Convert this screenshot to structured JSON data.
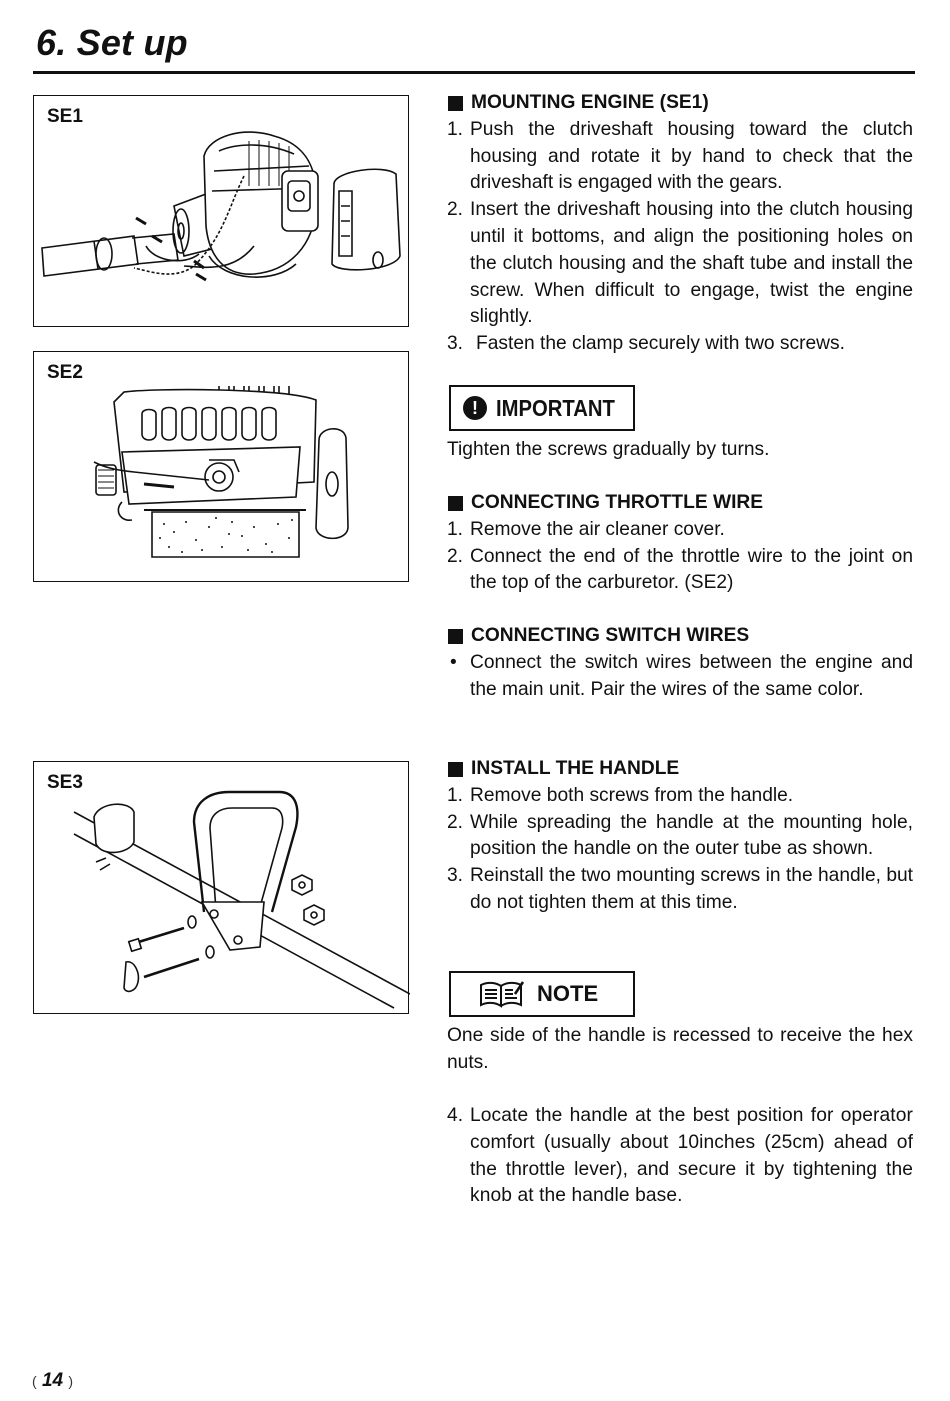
{
  "page": {
    "title": "6. Set up",
    "page_number": "14"
  },
  "figures": [
    {
      "label": "SE1"
    },
    {
      "label": "SE2"
    },
    {
      "label": "SE3"
    }
  ],
  "sections": {
    "mounting_engine": {
      "heading": "MOUNTING ENGINE (SE1)",
      "steps": [
        {
          "num": "1.",
          "text": "Push the driveshaft housing toward the clutch housing and rotate it by hand to check that the driveshaft is engaged with the gears."
        },
        {
          "num": "2.",
          "text": "Insert the driveshaft housing into the clutch housing until it bottoms, and align the positioning holes on the clutch housing and the shaft tube and install the screw. When difficult to engage, twist the engine slightly."
        },
        {
          "num": "3.",
          "text": "Fasten the clamp securely with two screws."
        }
      ]
    },
    "important": {
      "badge": "!",
      "label": "IMPORTANT",
      "text": "Tighten the screws gradually by turns."
    },
    "throttle_wire": {
      "heading": "CONNECTING THROTTLE WIRE",
      "steps": [
        {
          "num": "1.",
          "text": "Remove the air cleaner cover."
        },
        {
          "num": "2.",
          "text": "Connect the end of the throttle wire to the joint on the top of the carburetor. (SE2)"
        }
      ]
    },
    "switch_wires": {
      "heading": "CONNECTING SWITCH WIRES",
      "bullet": "•",
      "text": "Connect the switch wires between the engine and the main unit. Pair the wires of the same color."
    },
    "handle": {
      "heading": "INSTALL THE HANDLE",
      "steps": [
        {
          "num": "1.",
          "text": "Remove both screws from the handle."
        },
        {
          "num": "2.",
          "text": "While spreading the handle at the mounting hole, position the handle on the outer tube as shown."
        },
        {
          "num": "3.",
          "text": "Reinstall the two mounting screws in the handle, but do not tighten them at this time."
        }
      ]
    },
    "note": {
      "label": "NOTE",
      "text": "One side of the handle is recessed to receive the hex nuts."
    },
    "step4": {
      "num": "4.",
      "text": "Locate the handle at the best position for operator comfort (usually about 10inches (25cm) ahead of the throttle lever), and secure it by tightening the knob at the handle base."
    }
  }
}
